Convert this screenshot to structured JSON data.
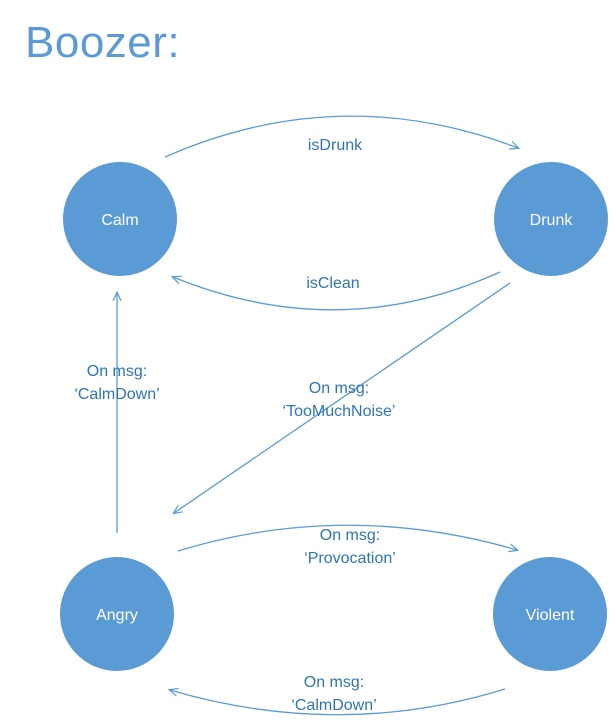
{
  "title": "Boozer:",
  "colors": {
    "title": "#5b9bd5",
    "node_fill": "#5b9bd5",
    "node_text": "#ffffff",
    "edge": "#5b9bd5",
    "edge_text": "#2e75b6"
  },
  "nodes": {
    "calm": "Calm",
    "drunk": "Drunk",
    "angry": "Angry",
    "violent": "Violent"
  },
  "edges": {
    "calm_to_drunk": {
      "line1": "isDrunk"
    },
    "drunk_to_calm": {
      "line1": "isClean"
    },
    "angry_to_calm": {
      "line1": "On msg:",
      "line2": "‘CalmDown’"
    },
    "drunk_to_angry": {
      "line1": "On msg:",
      "line2": "‘TooMuchNoise’"
    },
    "angry_to_violent": {
      "line1": "On msg:",
      "line2": "‘Provocation’"
    },
    "violent_to_angry": {
      "line1": "On msg:",
      "line2": "‘CalmDown’"
    }
  }
}
